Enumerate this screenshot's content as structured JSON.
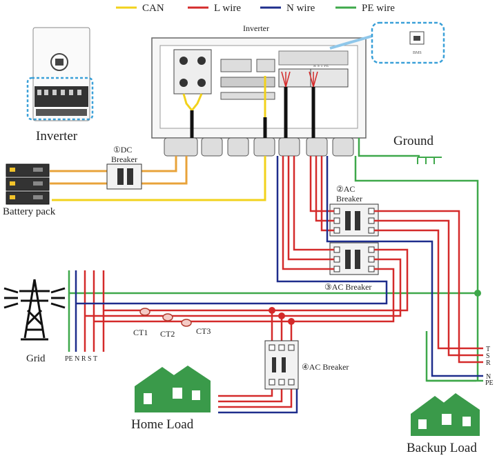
{
  "legend": [
    {
      "label": "CAN",
      "color": "#f2d21b"
    },
    {
      "label": "L wire",
      "color": "#d42a2a"
    },
    {
      "label": "N wire",
      "color": "#1e2d8c"
    },
    {
      "label": "PE wire",
      "color": "#3ea84a"
    }
  ],
  "labels": {
    "inverter_top": "Inverter",
    "inverter_small": "Inverter",
    "bms": "BMS",
    "rst_pe": "R S T PE",
    "dc_breaker_1": "①DC",
    "dc_breaker_2": "Breaker",
    "battery_pack": "Battery pack",
    "ground": "Ground",
    "ac_breaker_2_1": "②AC",
    "ac_breaker_2_2": "Breaker",
    "ac_breaker_3": "③AC Breaker",
    "ac_breaker_4": "④AC Breaker",
    "ct1": "CT1",
    "ct2": "CT2",
    "ct3": "CT3",
    "grid": "Grid",
    "grid_lines": "PE N R S T",
    "home_load": "Home Load",
    "backup_load": "Backup Load",
    "bus_T": "T",
    "bus_S": "S",
    "bus_R": "R",
    "bus_N": "N",
    "bus_PE": "PE"
  },
  "colors": {
    "can": "#f2d21b",
    "l_wire": "#d42a2a",
    "n_wire": "#1e2d8c",
    "pe_wire": "#3ea84a",
    "dc_wire": "#e8a33a",
    "house": "#3a9a4a",
    "highlight": "#3aa0d8"
  },
  "icons": [
    "inverter-icon",
    "battery-pack-icon",
    "dc-breaker-icon",
    "ac-breaker-icon",
    "ground-icon",
    "transmission-tower-icon",
    "ct-clamp-icon",
    "house-icon",
    "bms-port-icon"
  ]
}
